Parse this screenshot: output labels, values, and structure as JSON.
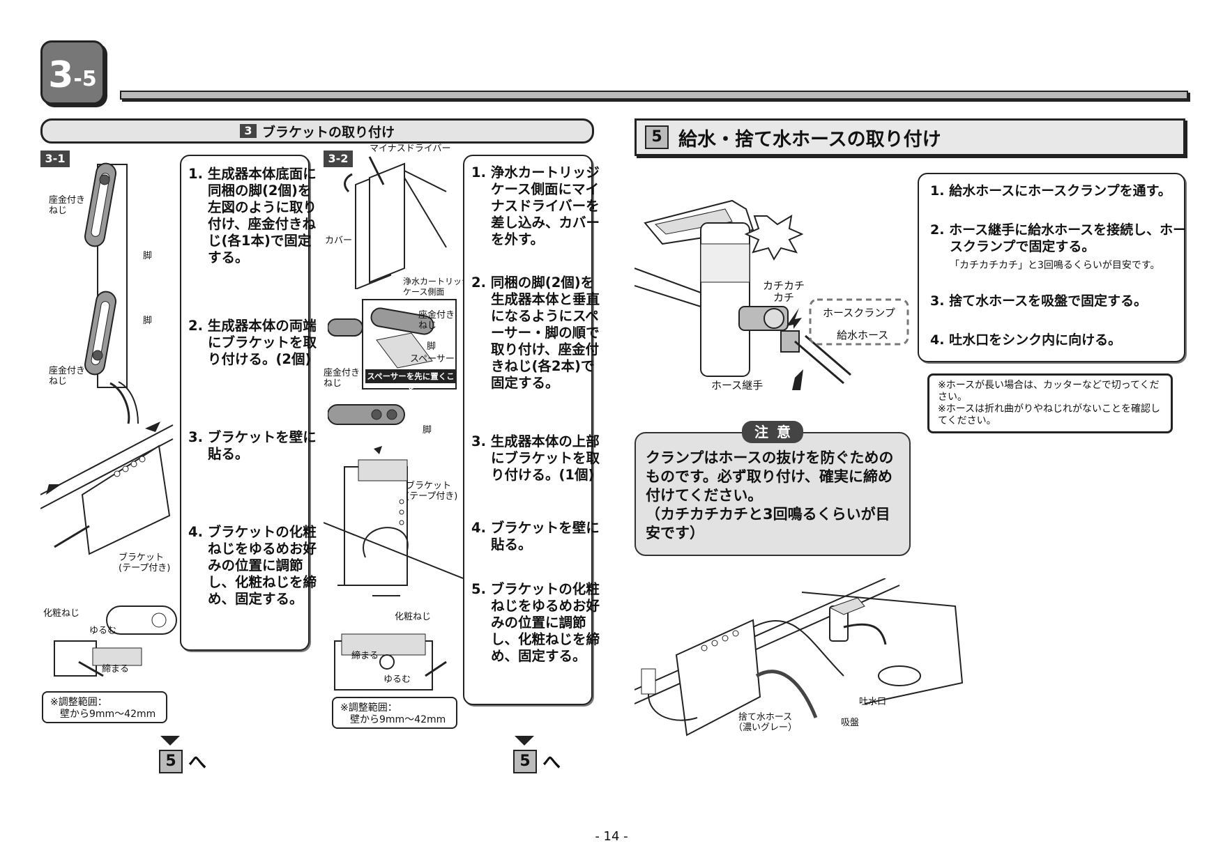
{
  "chapter": {
    "number": "3",
    "sub": "-5"
  },
  "section3": {
    "num": "3",
    "title": "ブラケットの取り付け"
  },
  "fig31": {
    "tag": "3-1",
    "labels": {
      "washer_screw_top": "座金付き\nねじ",
      "leg1": "脚",
      "leg2": "脚",
      "washer_screw_bottom": "座金付き\nねじ",
      "bracket": "ブラケット\n(テープ付き)",
      "cosmetic_screw": "化粧ねじ",
      "loosen": "ゆるむ",
      "tighten": "締まる"
    },
    "range_note": "※調整範囲：\n　壁から9mm～42mm"
  },
  "steps31": [
    {
      "num": "1.",
      "text": "生成器本体底面に同梱の脚(2個)を左図のように取り付け、座金付きねじ(各1本)で固定する。"
    },
    {
      "num": "2.",
      "text": "生成器本体の両端にブラケットを取り付ける。(2個)"
    },
    {
      "num": "3.",
      "text": "ブラケットを壁に貼る。"
    },
    {
      "num": "4.",
      "text": "ブラケットの化粧ねじをゆるめお好みの位置に調節し、化粧ねじを締め、固定する。"
    }
  ],
  "fig32": {
    "tag": "3-2",
    "labels": {
      "screwdriver": "マイナスドライバー",
      "cover": "カバー",
      "cartridge_side": "浄水カートリッジ\nケース側面",
      "washer_screw": "座金付き\nねじ",
      "leg": "脚",
      "spacer": "スペーサー",
      "spacer_first": "スペーサーを先に置くこと",
      "washer_screw2": "座金付き\nねじ",
      "leg2": "脚",
      "bracket": "ブラケット\n(テープ付き)",
      "cosmetic_screw": "化粧ねじ",
      "tighten": "締まる",
      "loosen": "ゆるむ"
    },
    "range_note": "※調整範囲：\n　壁から9mm～42mm"
  },
  "steps32": [
    {
      "num": "1.",
      "text": "浄水カートリッジケース側面にマイナスドライバーを差し込み、カバーを外す。"
    },
    {
      "num": "2.",
      "text": "同梱の脚(2個)を生成器本体と垂直になるようにスペーサー・脚の順で取り付け、座金付きねじ(各2本)で固定する。"
    },
    {
      "num": "3.",
      "text": "生成器本体の上部にブラケットを取り付ける。(1個)"
    },
    {
      "num": "4.",
      "text": "ブラケットを壁に貼る。"
    },
    {
      "num": "5.",
      "text": "ブラケットの化粧ねじをゆるめお好みの位置に調節し、化粧ねじを締め、固定する。"
    }
  ],
  "goto": {
    "box": "5",
    "suffix": "へ"
  },
  "section5": {
    "num": "5",
    "title": "給水・捨て水ホースの取り付け"
  },
  "fig5": {
    "click": "カチカチ\nカチ",
    "hose_clamp": "ホースクランプ",
    "supply_hose": "給水ホース",
    "hose_joint": "ホース継手",
    "outlet": "吐水口",
    "waste_hose": "捨て水ホース\n（濃いグレー）",
    "suction": "吸盤"
  },
  "steps5": [
    {
      "num": "1.",
      "text": "給水ホースにホースクランプを通す。",
      "sub": ""
    },
    {
      "num": "2.",
      "text": "ホース継手に給水ホースを接続し、ホースクランプで固定する。",
      "sub": "「カチカチカチ」と3回鳴るくらいが目安です。"
    },
    {
      "num": "3.",
      "text": "捨て水ホースを吸盤で固定する。",
      "sub": ""
    },
    {
      "num": "4.",
      "text": "吐水口をシンク内に向ける。",
      "sub": ""
    }
  ],
  "note5": "※ホースが長い場合は、カッターなどで切ってください。\n※ホースは折れ曲がりやねじれがないことを確認してください。",
  "caution": {
    "title": "注意",
    "text": "クランプはホースの抜けを防ぐためのものです。必ず取り付け、確実に締め付けてください。\n（カチカチカチと3回鳴るくらいが目安です）"
  },
  "page": "- 14 -"
}
